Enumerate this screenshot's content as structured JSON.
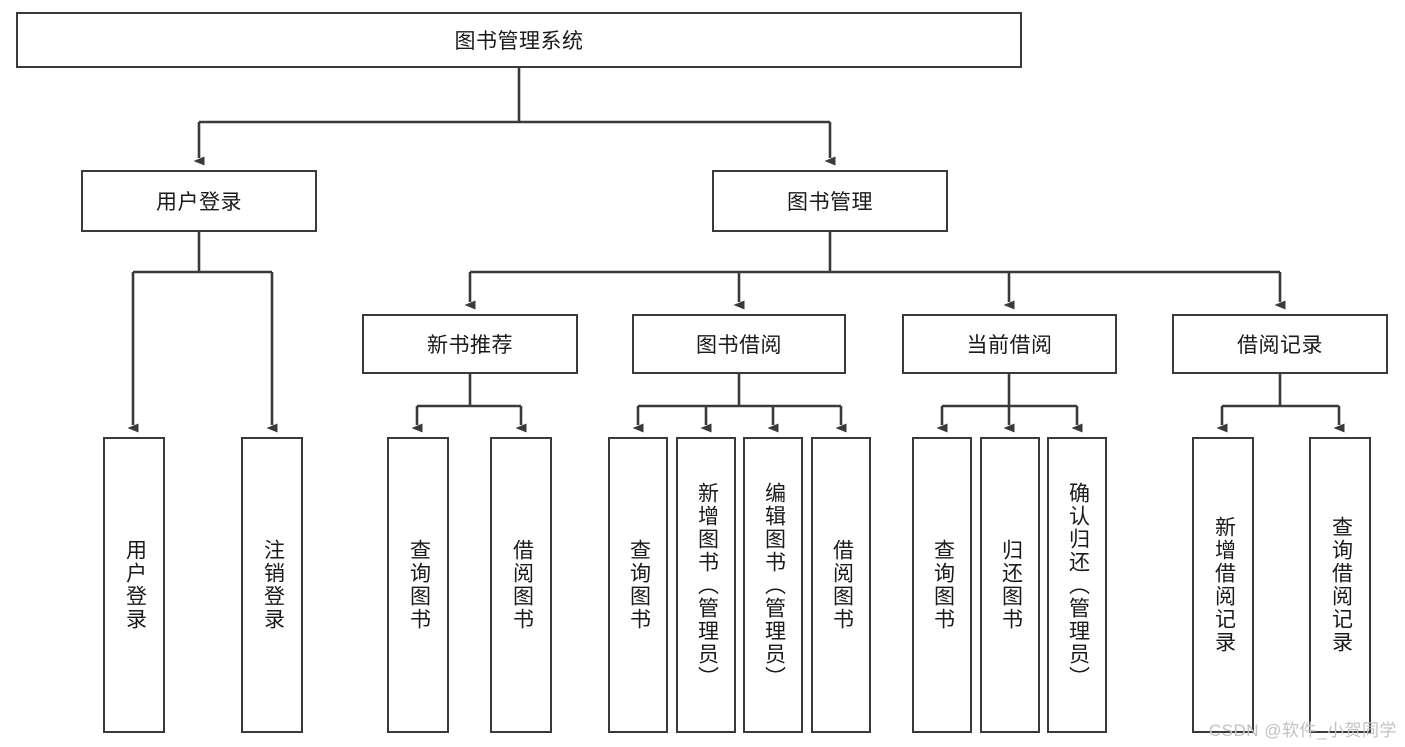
{
  "diagram": {
    "type": "tree-hierarchy",
    "orientation": "top-down",
    "style": {
      "box_border_color": "#3a3a3a",
      "box_fill_color": "#ffffff",
      "edge_color": "#3a3a3a",
      "text_color": "#1a1a1a",
      "background_color": "#ffffff",
      "watermark_color": "#c2c2c2"
    },
    "root": {
      "label": "图书管理系统"
    },
    "level2": [
      {
        "label": "用户登录"
      },
      {
        "label": "图书管理"
      }
    ],
    "level3": [
      {
        "label": "新书推荐"
      },
      {
        "label": "图书借阅"
      },
      {
        "label": "当前借阅"
      },
      {
        "label": "借阅记录"
      }
    ],
    "leaves": {
      "user_login": [
        {
          "label": "用户登录"
        },
        {
          "label": "注销登录"
        }
      ],
      "new_book_recommend": [
        {
          "label": "查询图书"
        },
        {
          "label": "借阅图书"
        }
      ],
      "book_borrow": [
        {
          "label": "查询图书"
        },
        {
          "label": "新增图书（管理员）"
        },
        {
          "label": "编辑图书（管理员）"
        },
        {
          "label": "借阅图书"
        }
      ],
      "current_borrow": [
        {
          "label": "查询图书"
        },
        {
          "label": "归还图书"
        },
        {
          "label": "确认归还（管理员）"
        }
      ],
      "borrow_record": [
        {
          "label": "新增借阅记录"
        },
        {
          "label": "查询借阅记录"
        }
      ]
    }
  },
  "watermark": {
    "text": "CSDN @软件_小贺同学"
  }
}
